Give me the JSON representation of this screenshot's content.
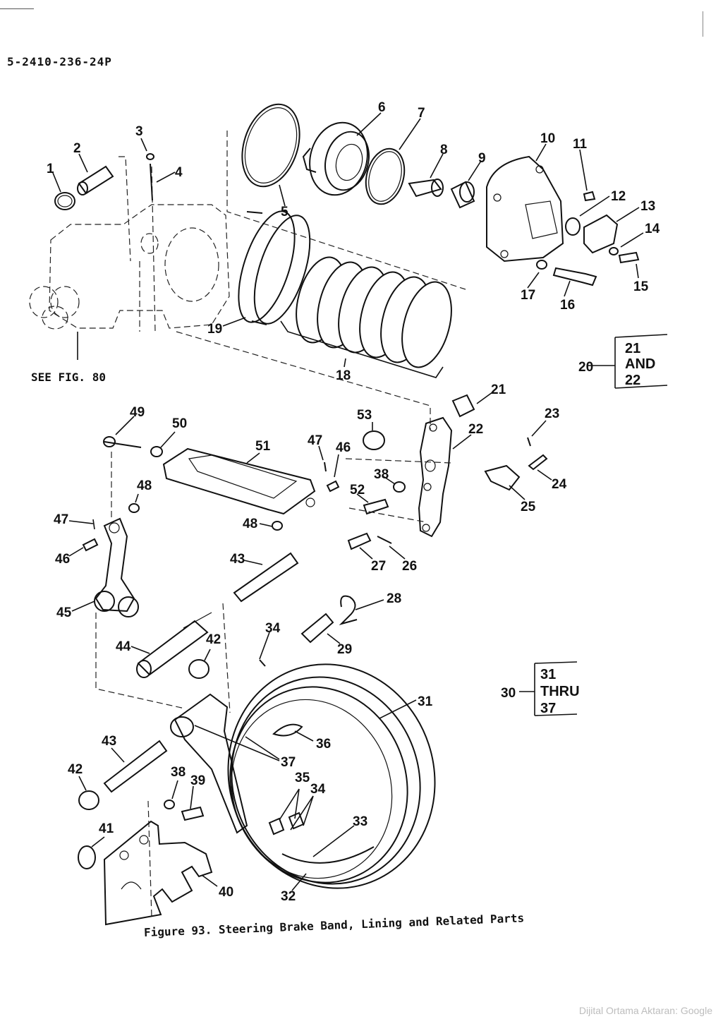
{
  "document": {
    "number": "5-2410-236-24P",
    "caption": "Figure 93.  Steering Brake Band, Lining and Related Parts",
    "see_figure_note": "SEE FIG. 80",
    "watermark": "Dijital Ortama Aktaran: Google"
  },
  "callouts": [
    "1",
    "2",
    "3",
    "4",
    "5",
    "6",
    "7",
    "8",
    "9",
    "10",
    "11",
    "12",
    "13",
    "14",
    "15",
    "16",
    "17",
    "18",
    "19",
    "20",
    "21",
    "22",
    "23",
    "24",
    "25",
    "26",
    "27",
    "28",
    "29",
    "30",
    "31",
    "32",
    "33",
    "34",
    "35",
    "36",
    "37",
    "38",
    "39",
    "40",
    "41",
    "42",
    "43",
    "44",
    "45",
    "46",
    "47",
    "48",
    "49",
    "50",
    "51",
    "52",
    "53"
  ],
  "callout_groups": [
    {
      "id": "20",
      "lines": [
        "21",
        "AND",
        "22"
      ]
    },
    {
      "id": "30",
      "lines": [
        "31",
        "THRU",
        "37"
      ]
    }
  ]
}
